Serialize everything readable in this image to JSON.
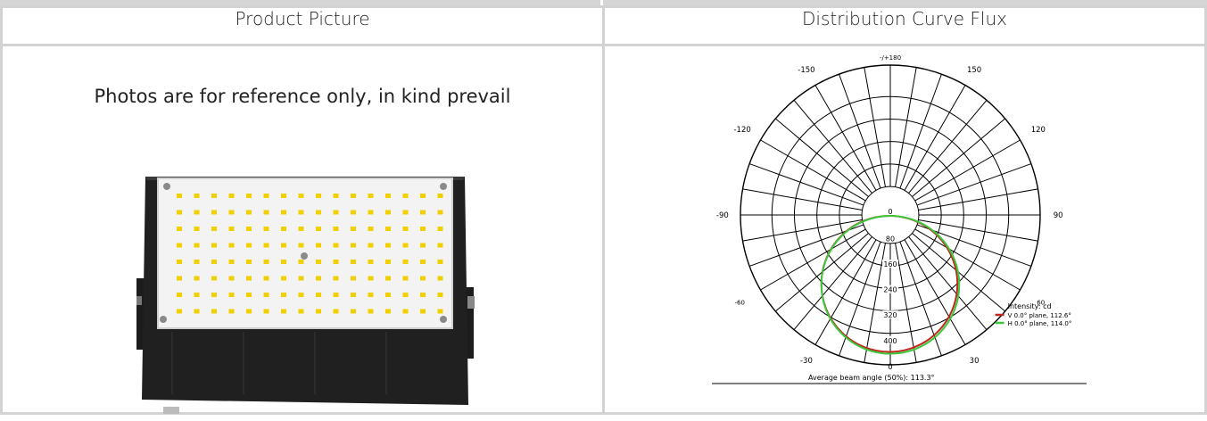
{
  "table": {
    "headers": [
      "Product Picture",
      "Distribution Curve Flux"
    ],
    "product_caption": "Photos are for reference only, in kind prevail"
  },
  "chart_data": {
    "type": "polar",
    "top_label": "-/+180",
    "angle_labels": [
      "0",
      "30",
      "-30",
      "60",
      "-60",
      "90",
      "-90",
      "120",
      "-120",
      "150",
      "-150"
    ],
    "radial_labels": [
      "0",
      "80",
      "160",
      "240",
      "320",
      "400"
    ],
    "rmax": 400,
    "legend_title": "Intensity: cd",
    "series": [
      {
        "name": "V 0.0° plane, 112.6°",
        "color": "#c0281e"
      },
      {
        "name": "H 0.0° plane, 114.0°",
        "color": "#3cc83c"
      }
    ],
    "footer": "Average beam angle (50%): 113.3°"
  }
}
